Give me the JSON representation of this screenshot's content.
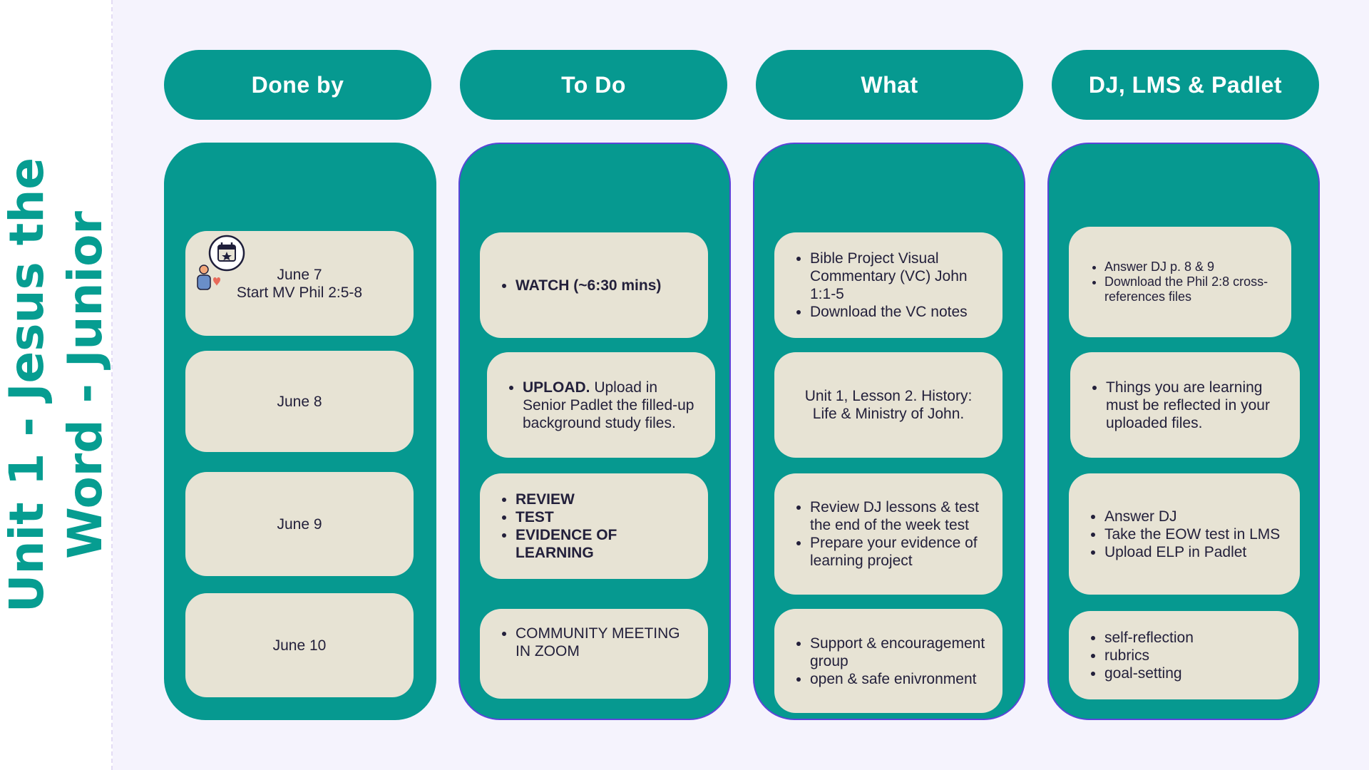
{
  "side_title": "Unit 1 - Jesus the Word - Junior",
  "headers": [
    "Done by",
    "To Do",
    "What",
    "DJ, LMS & Padlet"
  ],
  "done_by": {
    "row1_line1": "June 7",
    "row1_line2": "Start MV Phil 2:5-8",
    "row2": "June 8",
    "row3": "June 9",
    "row4": "June 10"
  },
  "todo": {
    "row1": [
      "WATCH (~6:30 mins)"
    ],
    "row2_bold": "UPLOAD.",
    "row2_text": " Upload in Senior Padlet the filled-up background study files.",
    "row3": [
      "REVIEW",
      "TEST",
      "EVIDENCE OF LEARNING"
    ],
    "row4": [
      "COMMUNITY MEETING IN ZOOM"
    ]
  },
  "what": {
    "row1": [
      "Bible Project Visual Commentary (VC) John 1:1-5",
      "Download the VC notes"
    ],
    "row2": "Unit 1, Lesson 2. History: Life & Ministry of John.",
    "row3": [
      "Review DJ lessons & test the end of the week test",
      "Prepare your evidence of learning project"
    ],
    "row4": [
      "Support & encouragement group",
      "open & safe enivronment"
    ]
  },
  "dj": {
    "row1": [
      "Answer DJ p. 8 & 9",
      "Download the Phil 2:8 cross-references files"
    ],
    "row2": [
      "Things you are learning must be reflected in your uploaded files."
    ],
    "row3": [
      "Answer DJ",
      "Take the EOW test in LMS",
      "Upload ELP in Padlet"
    ],
    "row4": [
      "self-reflection",
      "rubrics",
      "goal-setting"
    ]
  },
  "colors": {
    "teal": "#069990",
    "title_teal": "#069d91",
    "card": "#e7e3d4",
    "background": "#f5f3fd",
    "column_border": "#5b45d8"
  },
  "icons": {
    "schedule": "person-calendar-icon"
  }
}
